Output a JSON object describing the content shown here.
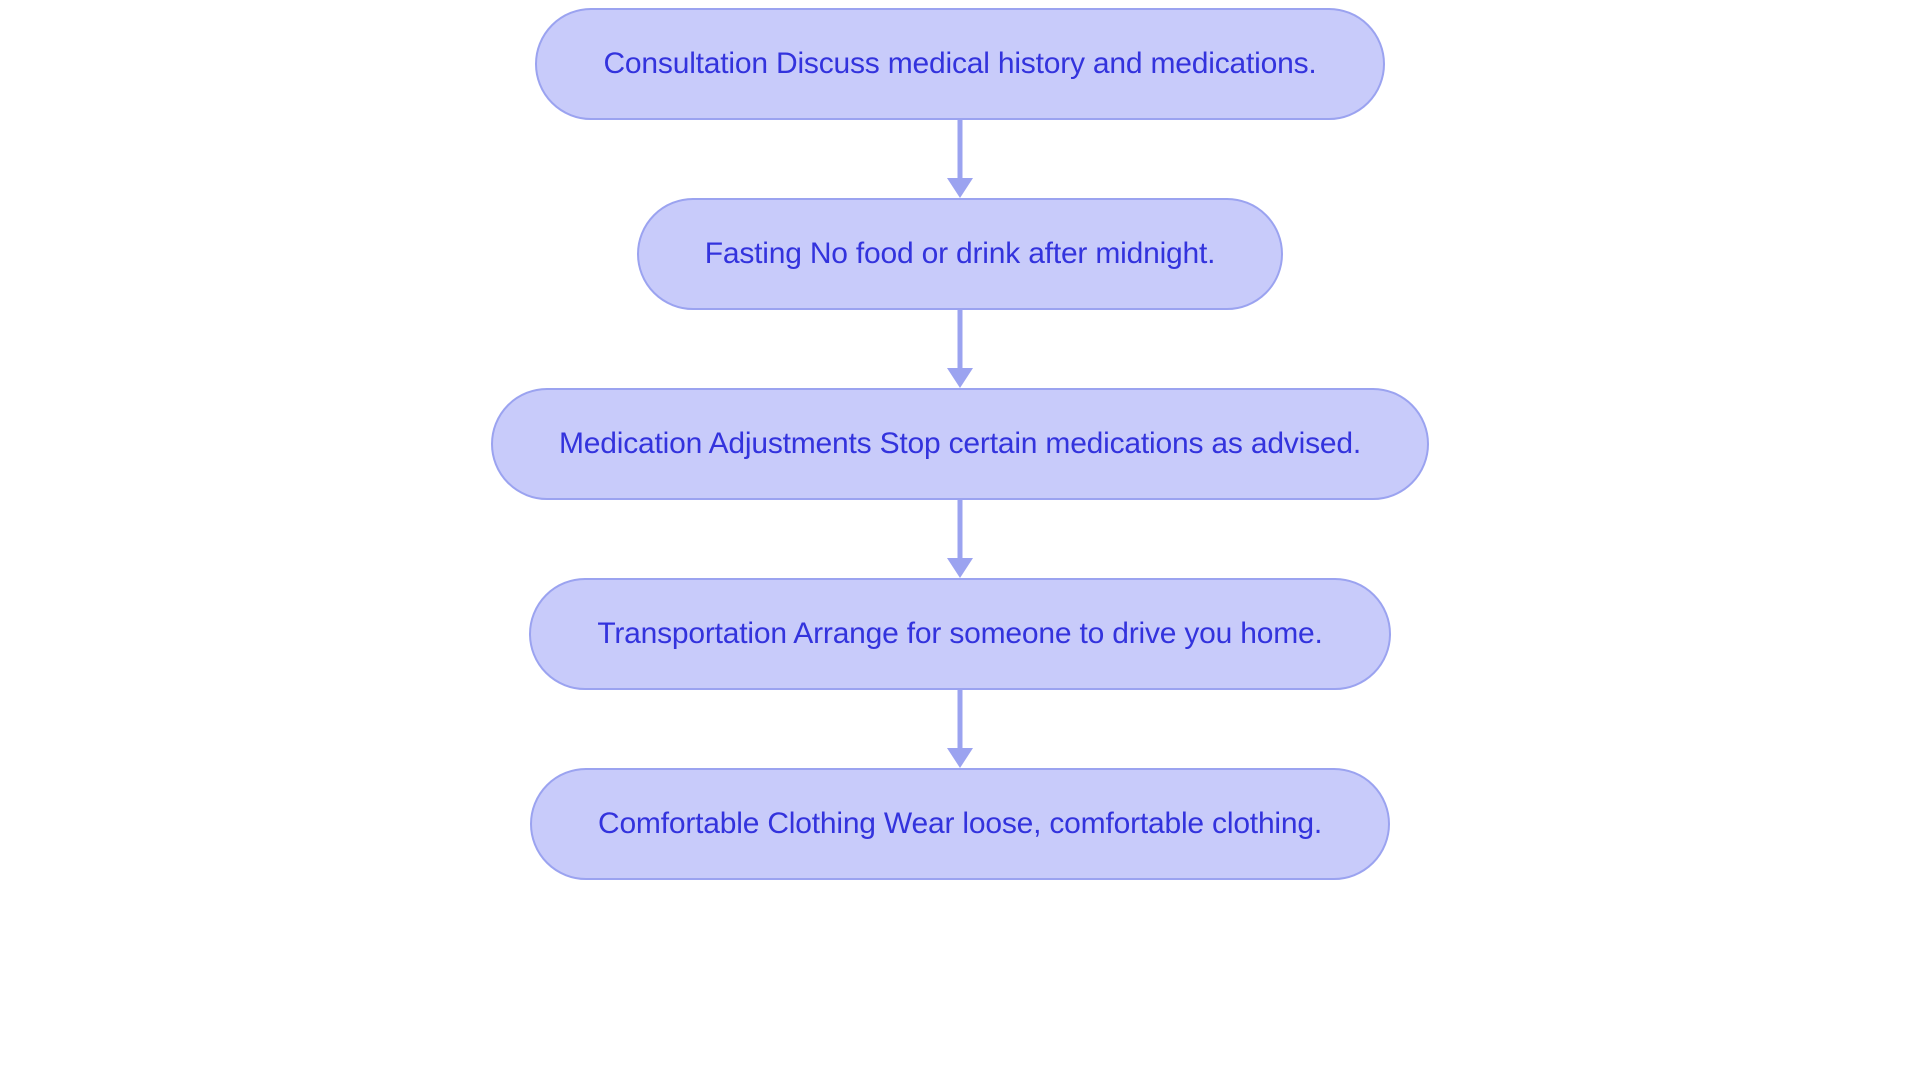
{
  "chart_data": {
    "type": "diagram",
    "diagram_type": "flowchart",
    "orientation": "vertical-top-to-bottom",
    "title": "",
    "background_color": "#ffffff",
    "node_fill_color": "#c8cbfa",
    "node_border_color": "#9ba3f0",
    "node_text_color": "#3333dd",
    "connector_color": "#9ba3f0",
    "node_shape": "stadium",
    "nodes": [
      {
        "id": "consultation",
        "label": "Consultation Discuss medical history and medications.",
        "step": 1
      },
      {
        "id": "fasting",
        "label": "Fasting No food or drink after midnight.",
        "step": 2
      },
      {
        "id": "medication-adjustments",
        "label": "Medication Adjustments Stop certain medications as advised.",
        "step": 3
      },
      {
        "id": "transportation",
        "label": "Transportation Arrange for someone to drive you home.",
        "step": 4
      },
      {
        "id": "comfortable-clothing",
        "label": "Comfortable Clothing Wear loose, comfortable clothing.",
        "step": 5
      }
    ],
    "edges": [
      {
        "from": "consultation",
        "to": "fasting",
        "label": "",
        "arrow": "down"
      },
      {
        "from": "fasting",
        "to": "medication-adjustments",
        "label": "",
        "arrow": "down"
      },
      {
        "from": "medication-adjustments",
        "to": "transportation",
        "label": "",
        "arrow": "down"
      },
      {
        "from": "transportation",
        "to": "comfortable-clothing",
        "label": "",
        "arrow": "down"
      }
    ]
  }
}
